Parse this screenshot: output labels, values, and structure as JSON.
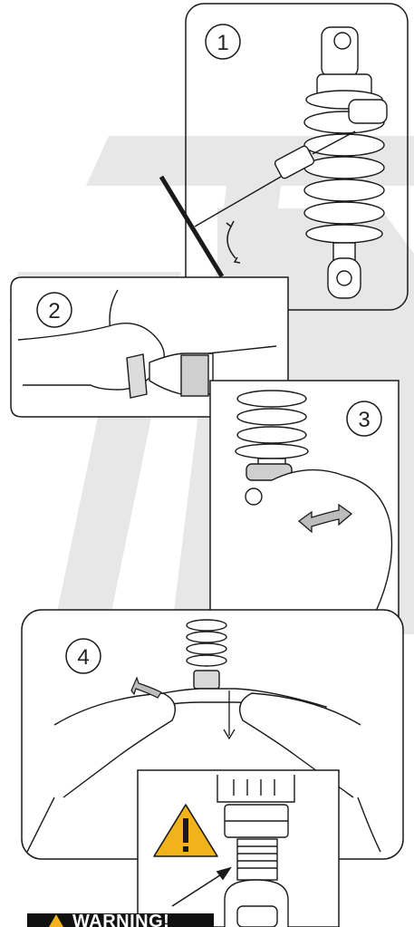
{
  "steps": [
    {
      "number": "1"
    },
    {
      "number": "2"
    },
    {
      "number": "3"
    },
    {
      "number": "4"
    }
  ],
  "warning": {
    "label": "WARNING!",
    "icon": "warning-triangle-icon",
    "color": "#f2b21b"
  },
  "colors": {
    "outline": "#1a1a1a",
    "watermark": "#e3e3e3",
    "arrow_fill": "#bcbcbc",
    "warning_fill": "#f2b21b"
  }
}
